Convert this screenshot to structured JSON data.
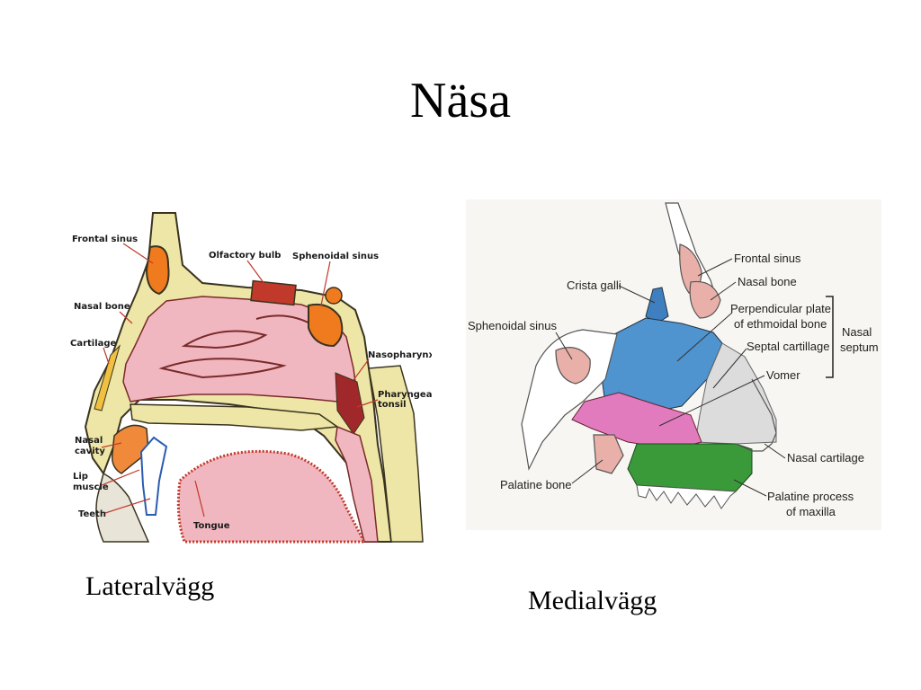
{
  "slide": {
    "title": "Näsa"
  },
  "left_figure": {
    "caption": "Lateralvägg",
    "labels": {
      "frontal_sinus": "Frontal sinus",
      "olfactory_bulb": "Olfactory bulb",
      "sphenoidal_sinus": "Sphenoidal sinus",
      "nasal_bone": "Nasal bone",
      "cartilage": "Cartilage",
      "nasopharynx": "Nasopharynx",
      "pharyngeal_tonsil_1": "Pharyngeal",
      "pharyngeal_tonsil_2": "tonsil",
      "nasal_cavity_1": "Nasal",
      "nasal_cavity_2": "cavity",
      "lip_muscle_1": "Lip",
      "lip_muscle_2": "muscle",
      "teeth": "Teeth",
      "tongue": "Tongue"
    }
  },
  "right_figure": {
    "caption": "Medialvägg",
    "labels": {
      "frontal_sinus": "Frontal sinus",
      "nasal_bone": "Nasal bone",
      "crista_galli": "Crista galli",
      "perpendicular_plate_1": "Perpendicular plate",
      "perpendicular_plate_2": "of ethmoidal bone",
      "sphenoidal_sinus": "Sphenoidal sinus",
      "septal_cartilage": "Septal cartillage",
      "nasal_septum_1": "Nasal",
      "nasal_septum_2": "septum",
      "vomer": "Vomer",
      "nasal_cartilage": "Nasal cartilage",
      "palatine_bone": "Palatine bone",
      "palatine_process_1": "Palatine process",
      "palatine_process_2": "of maxilla"
    }
  },
  "colors": {
    "bone": "#eee6a6",
    "mucosa": "#f1b7c0",
    "mucosa_dark": "#7a2a2a",
    "sinus_fill": "#f07a1e",
    "perpendicular_plate": "#4f93cf",
    "vomer": "#e27bbd",
    "septal_cartilage": "#dcdcdc",
    "palatine": "#3a9a3a",
    "leader_left": "#c0392b"
  }
}
